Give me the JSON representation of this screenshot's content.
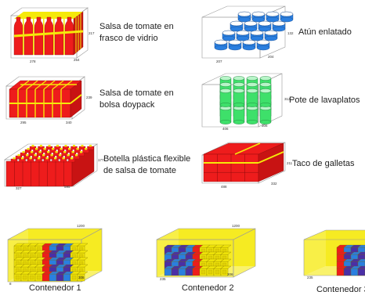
{
  "colors": {
    "red": "#ee1c1c",
    "yellow": "#f5e90a",
    "blue": "#2a7fe0",
    "green": "#3ee06a",
    "purple": "#4a2fa6",
    "frame": "#9a9a9a"
  },
  "products": [
    {
      "id": "frasco",
      "caption_lines": [
        "Salsa de tomate en",
        "frasco de vidrio"
      ],
      "dims": [
        "217",
        "278",
        "254"
      ]
    },
    {
      "id": "atun",
      "caption_lines": [
        "Atún enlatado"
      ],
      "dims": [
        "132",
        "207",
        "204"
      ]
    },
    {
      "id": "doypack",
      "caption_lines": [
        "Salsa de tomate en",
        "bolsa doypack"
      ],
      "dims": [
        "239",
        "295",
        "340"
      ]
    },
    {
      "id": "lavaplatos",
      "caption_lines": [
        "Pote de lavaplatos"
      ],
      "dims": [
        "312",
        "406",
        "306"
      ]
    },
    {
      "id": "botella",
      "caption_lines": [
        "Botella plástica flexible",
        "de salsa de tomate"
      ],
      "dims": [
        "177",
        "327",
        "595"
      ]
    },
    {
      "id": "galletas",
      "caption_lines": [
        "Taco de galletas"
      ],
      "dims": [
        "211",
        "488",
        "332"
      ]
    }
  ],
  "containers": [
    {
      "id": "c1",
      "label": "Contenedor 1",
      "dims": [
        "1200",
        "8",
        "306"
      ]
    },
    {
      "id": "c2",
      "label": "Contenedor 2",
      "dims": [
        "1200",
        "235",
        "306"
      ]
    },
    {
      "id": "c3",
      "label": "Contenedor 3",
      "dims": [
        "235"
      ]
    }
  ]
}
